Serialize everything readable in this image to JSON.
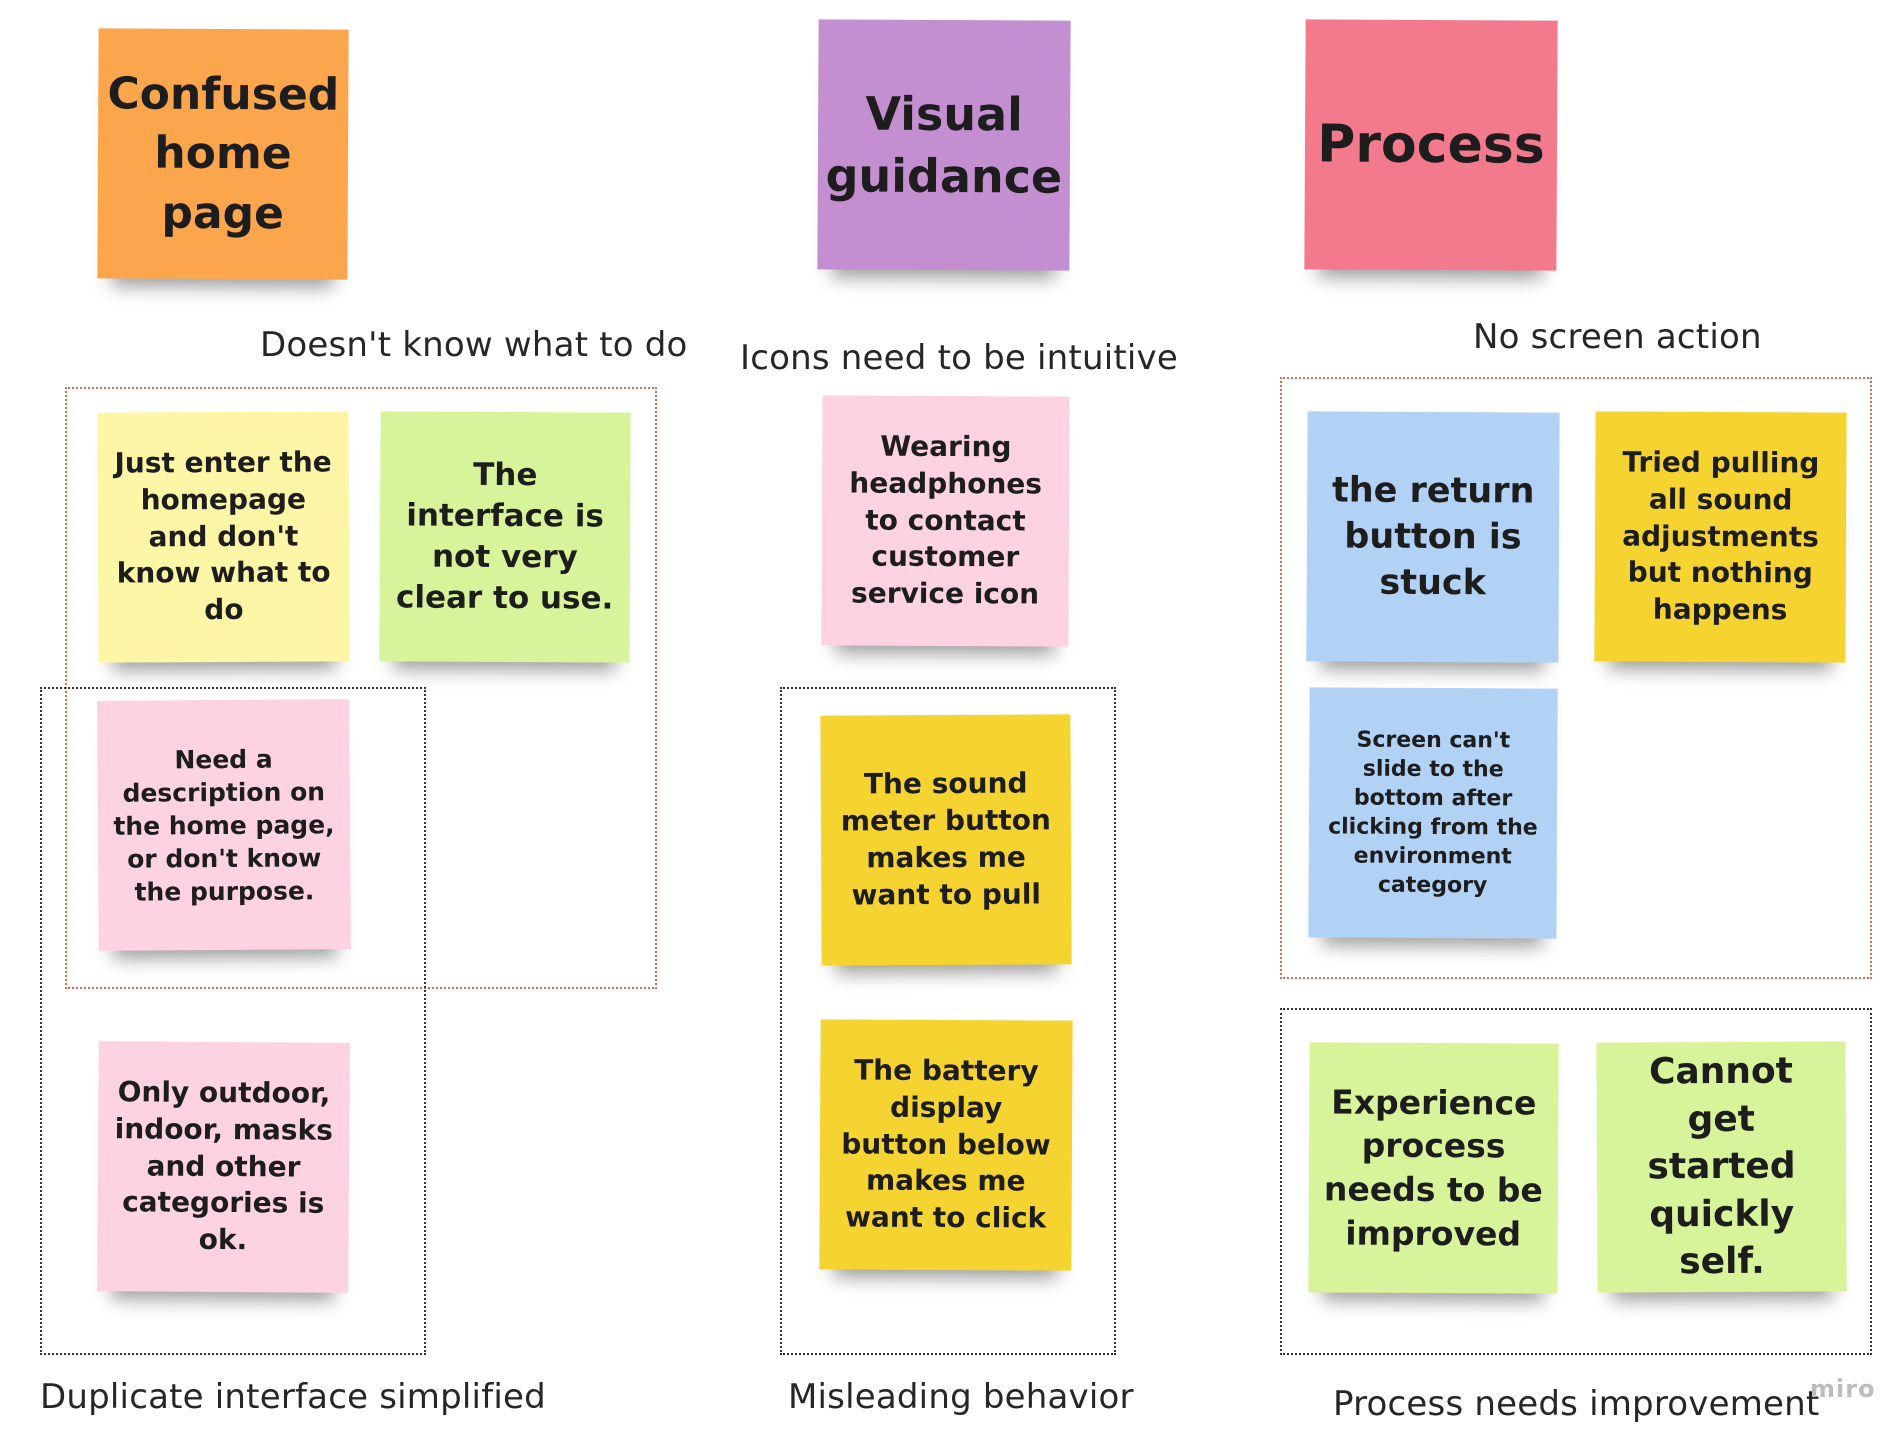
{
  "headers": [
    {
      "id": "confused",
      "text": "Confused home page",
      "color": "#fba54c"
    },
    {
      "id": "visual",
      "text": "Visual guidance",
      "color": "#c48fd1"
    },
    {
      "id": "process",
      "text": "Process",
      "color": "#f3798c"
    }
  ],
  "labels": {
    "doesnt_know": "Doesn't know what to do",
    "icons_intuitive": "Icons need to be intuitive",
    "no_screen_action": "No screen action",
    "duplicate_interface": "Duplicate interface simplified",
    "misleading_behavior": "Misleading behavior",
    "process_needs_improvement": "Process needs improvement"
  },
  "notes": [
    {
      "id": "just-enter",
      "text": "Just enter the homepage and don't know what to do",
      "color": "#fdf6a6"
    },
    {
      "id": "interface-not-clear",
      "text": "The interface is not very clear to use.",
      "color": "#d7f49a"
    },
    {
      "id": "need-description",
      "text": "Need a description on the home page, or don't know the purpose.",
      "color": "#fdd2e2"
    },
    {
      "id": "only-outdoor",
      "text": "Only outdoor, indoor, masks and other categories is ok.",
      "color": "#fdd2e2"
    },
    {
      "id": "wearing-headphones",
      "text": "Wearing headphones to contact customer service icon",
      "color": "#fdd2e2"
    },
    {
      "id": "sound-meter",
      "text": "The sound meter button makes me want to pull",
      "color": "#f5d432"
    },
    {
      "id": "battery-display",
      "text": "The battery display button below makes me want to click",
      "color": "#f5d432"
    },
    {
      "id": "return-button",
      "text": "the return button is stuck",
      "color": "#b1d1f5"
    },
    {
      "id": "tried-pulling",
      "text": "Tried pulling all sound adjustments but nothing happens",
      "color": "#f5d432"
    },
    {
      "id": "screen-cant-slide",
      "text": "Screen can't slide to the bottom after clicking from the environment category",
      "color": "#b1d1f5"
    },
    {
      "id": "experience-process",
      "text": "Experience process needs to be improved",
      "color": "#d7f49a"
    },
    {
      "id": "cannot-get-started",
      "text": "Cannot get started quickly self.",
      "color": "#d7f49a"
    }
  ],
  "watermark": "miro"
}
